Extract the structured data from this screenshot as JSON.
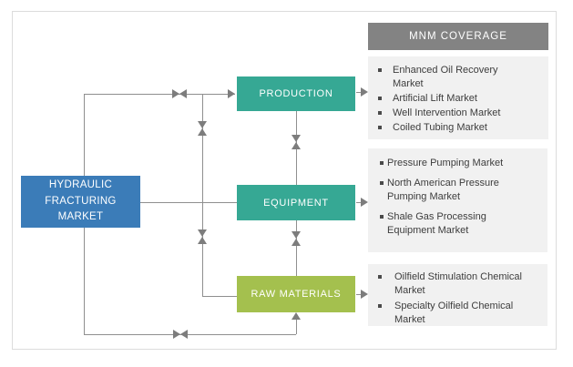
{
  "colors": {
    "root_blue": "#3b7cb8",
    "node_teal": "#36a894",
    "node_green": "#a4c04e",
    "header_gray": "#838383",
    "list_bg": "#f1f1f1",
    "line_gray": "#8f8f8f"
  },
  "root": {
    "label": "HYDRAULIC FRACTURING MARKET"
  },
  "nodes": {
    "production": {
      "label": "PRODUCTION"
    },
    "equipment": {
      "label": "EQUIPMENT"
    },
    "raw_materials": {
      "label": "RAW MATERIALS"
    }
  },
  "coverage": {
    "header": "MNM COVERAGE",
    "production_markets": [
      "Enhanced Oil Recovery Market",
      "Artificial Lift Market",
      "Well Intervention Market",
      "Coiled Tubing Market"
    ],
    "equipment_markets": [
      "Pressure Pumping Market",
      "North American Pressure Pumping Market",
      "Shale Gas Processing Equipment Market"
    ],
    "raw_materials_markets": [
      "Oilfield Stimulation Chemical Market",
      "Specialty Oilfield Chemical Market"
    ]
  }
}
